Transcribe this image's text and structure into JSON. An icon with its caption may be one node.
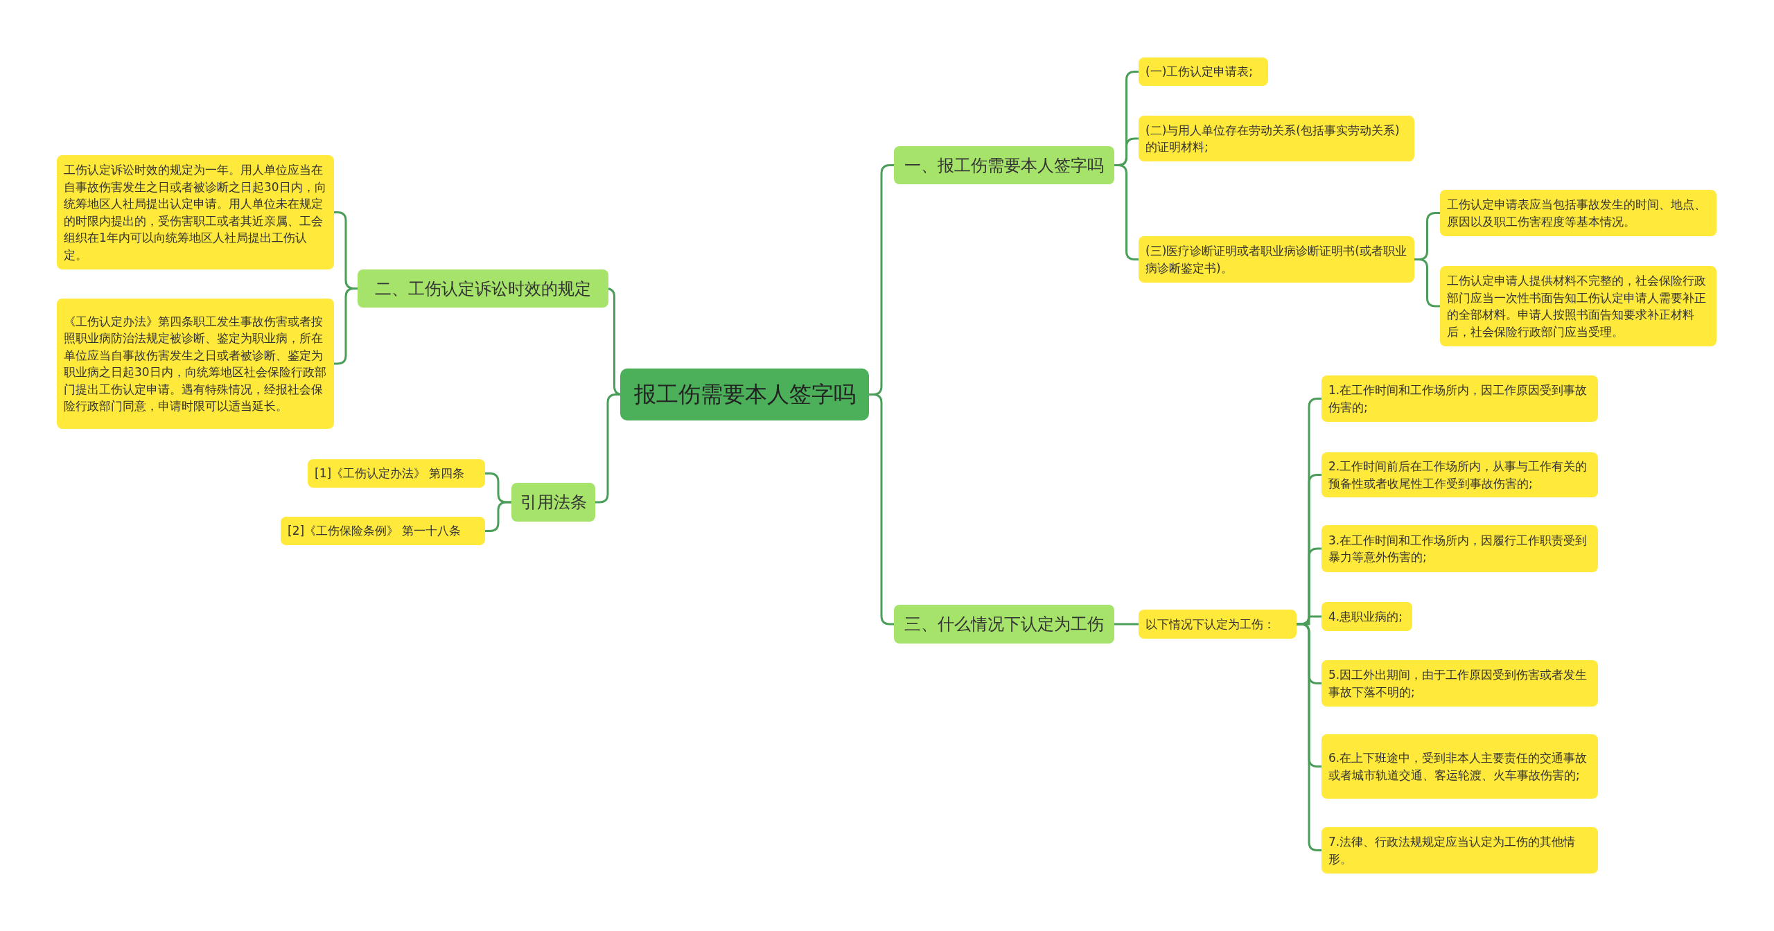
{
  "diagram": {
    "nodes": [
      {
        "text": [
          "报工伤需要本人签字吗"
        ]
      },
      {
        "text": [
          "一、报工伤需要本人签字吗"
        ]
      },
      {
        "text": [
          "(一)工伤认定申请表;"
        ]
      },
      {
        "text": [
          "(二)与用人单位存在劳动关系(包括事实劳动关系)的证明材料;"
        ]
      },
      {
        "text": [
          "(三)医疗诊断证明或者职业病诊断证明书(或者职业病诊断鉴定书)。"
        ]
      },
      {
        "text": [
          "工伤认定申请表应当包括事故发生的时间、地点、原因以及职工伤害程度等基本情况。"
        ]
      },
      {
        "text": [
          "工伤认定申请人提供材料不完整的，社会保险行政部门应当一次性书面告知工伤认定申请人需要补正的全部材料。申请人按照书面告知要求补正材料后，社会保险行政部门应当受理。"
        ]
      },
      {
        "text": [
          "二、工伤认定诉讼时效的规定"
        ]
      },
      {
        "text": [
          "工伤认定诉讼时效的规定为一年。用人单位应当在自事故伤害发生之日或者被诊断之日起30日内，向统筹地区人社局提出认定申请。用人单位未在规定的时限内提出的，受伤害职工或者其近亲属、工会组织在1年内可以向统筹地区人社局提出工伤认定。"
        ]
      },
      {
        "text": [
          "《工伤认定办法》第四条职工发生事故伤害或者按照职业病防治法规定被诊断、鉴定为职业病，所在单位应当自事故伤害发生之日或者被诊断、鉴定为职业病之日起30日内，向统筹地区社会保险行政部门提出工伤认定申请。遇有特殊情况，经报社会保险行政部门同意，申请时限可以适当延长。"
        ]
      },
      {
        "text": [
          "引用法条"
        ]
      },
      {
        "text": [
          "[1]《工伤认定办法》 第四条"
        ]
      },
      {
        "text": [
          "[2]《工伤保险条例》 第一十八条"
        ]
      },
      {
        "text": [
          "三、什么情况下认定为工伤"
        ]
      },
      {
        "text": [
          "以下情况下认定为工伤："
        ]
      },
      {
        "text": [
          "1.在工作时间和工作场所内，因工作原因受到事故伤害的;"
        ]
      },
      {
        "text": [
          "2.工作时间前后在工作场所内，从事与工作有关的预备性或者收尾性工作受到事故伤害的;"
        ]
      },
      {
        "text": [
          "3.在工作时间和工作场所内，因履行工作职责受到暴力等意外伤害的;"
        ]
      },
      {
        "text": [
          "4.患职业病的;"
        ]
      },
      {
        "text": [
          "5.因工外出期间，由于工作原因受到伤害或者发生事故下落不明的;"
        ]
      },
      {
        "text": [
          "6.在上下班途中，受到非本人主要责任的交通事故或者城市轨道交通、客运轮渡、火车事故伤害的;"
        ]
      },
      {
        "text": [
          "7.法律、行政法规规定应当认定为工伤的其他情形。"
        ]
      }
    ],
    "edges": [
      {
        "from": 0,
        "to": 1,
        "arrow": "none"
      },
      {
        "from": 1,
        "to": 2,
        "arrow": "none"
      },
      {
        "from": 1,
        "to": 3,
        "arrow": "none"
      },
      {
        "from": 1,
        "to": 4,
        "arrow": "none"
      },
      {
        "from": 4,
        "to": 5,
        "arrow": "none"
      },
      {
        "from": 4,
        "to": 6,
        "arrow": "none"
      },
      {
        "from": 0,
        "to": 7,
        "arrow": "none"
      },
      {
        "from": 7,
        "to": 8,
        "arrow": "none"
      },
      {
        "from": 7,
        "to": 9,
        "arrow": "none"
      },
      {
        "from": 0,
        "to": 10,
        "arrow": "none"
      },
      {
        "from": 10,
        "to": 11,
        "arrow": "none"
      },
      {
        "from": 10,
        "to": 12,
        "arrow": "none"
      },
      {
        "from": 0,
        "to": 13,
        "arrow": "none"
      },
      {
        "from": 13,
        "to": 14,
        "arrow": "none"
      },
      {
        "from": 14,
        "to": 15,
        "arrow": "none"
      },
      {
        "from": 14,
        "to": 16,
        "arrow": "none"
      },
      {
        "from": 14,
        "to": 17,
        "arrow": "none"
      },
      {
        "from": 14,
        "to": 18,
        "arrow": "none"
      },
      {
        "from": 14,
        "to": 19,
        "arrow": "none"
      },
      {
        "from": 14,
        "to": 20,
        "arrow": "none"
      },
      {
        "from": 14,
        "to": 21,
        "arrow": "none"
      }
    ]
  }
}
